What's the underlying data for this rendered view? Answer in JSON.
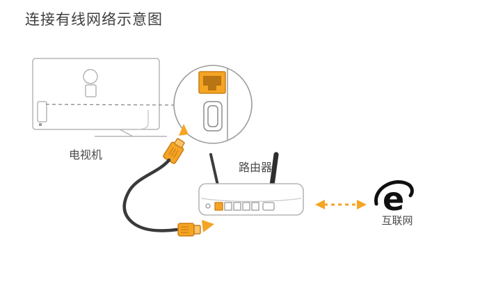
{
  "title": "连接有线网络示意图",
  "labels": {
    "tv": "电视机",
    "router": "路由器",
    "internet": "互联网"
  },
  "internet": {
    "logo_letter": "e"
  },
  "colors": {
    "accent_orange": "#F5A524",
    "accent_dark_orange": "#C87D15",
    "outline_gray": "#B5B5B5",
    "cable_dark": "#3A3A3A",
    "text_dark": "#3D3D3D"
  }
}
